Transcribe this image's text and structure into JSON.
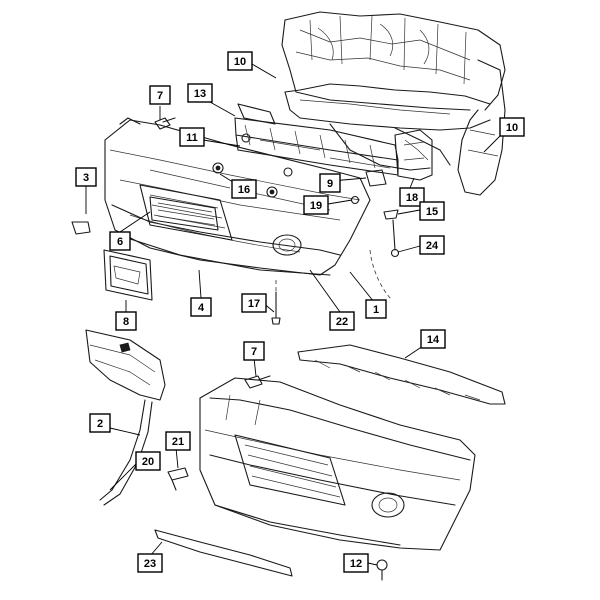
{
  "diagram": {
    "callouts": [
      {
        "id": "c10a",
        "label": "10"
      },
      {
        "id": "c7a",
        "label": "7"
      },
      {
        "id": "c13",
        "label": "13"
      },
      {
        "id": "c10b",
        "label": "10"
      },
      {
        "id": "c11",
        "label": "11"
      },
      {
        "id": "c3",
        "label": "3"
      },
      {
        "id": "c16",
        "label": "16"
      },
      {
        "id": "c9",
        "label": "9"
      },
      {
        "id": "c18",
        "label": "18"
      },
      {
        "id": "c19",
        "label": "19"
      },
      {
        "id": "c15",
        "label": "15"
      },
      {
        "id": "c6",
        "label": "6"
      },
      {
        "id": "c24",
        "label": "24"
      },
      {
        "id": "c17",
        "label": "17"
      },
      {
        "id": "c8",
        "label": "8"
      },
      {
        "id": "c4",
        "label": "4"
      },
      {
        "id": "c22",
        "label": "22"
      },
      {
        "id": "c1",
        "label": "1"
      },
      {
        "id": "c14",
        "label": "14"
      },
      {
        "id": "c7b",
        "label": "7"
      },
      {
        "id": "c2",
        "label": "2"
      },
      {
        "id": "c21",
        "label": "21"
      },
      {
        "id": "c20",
        "label": "20"
      },
      {
        "id": "c23",
        "label": "23"
      },
      {
        "id": "c12",
        "label": "12"
      }
    ]
  }
}
